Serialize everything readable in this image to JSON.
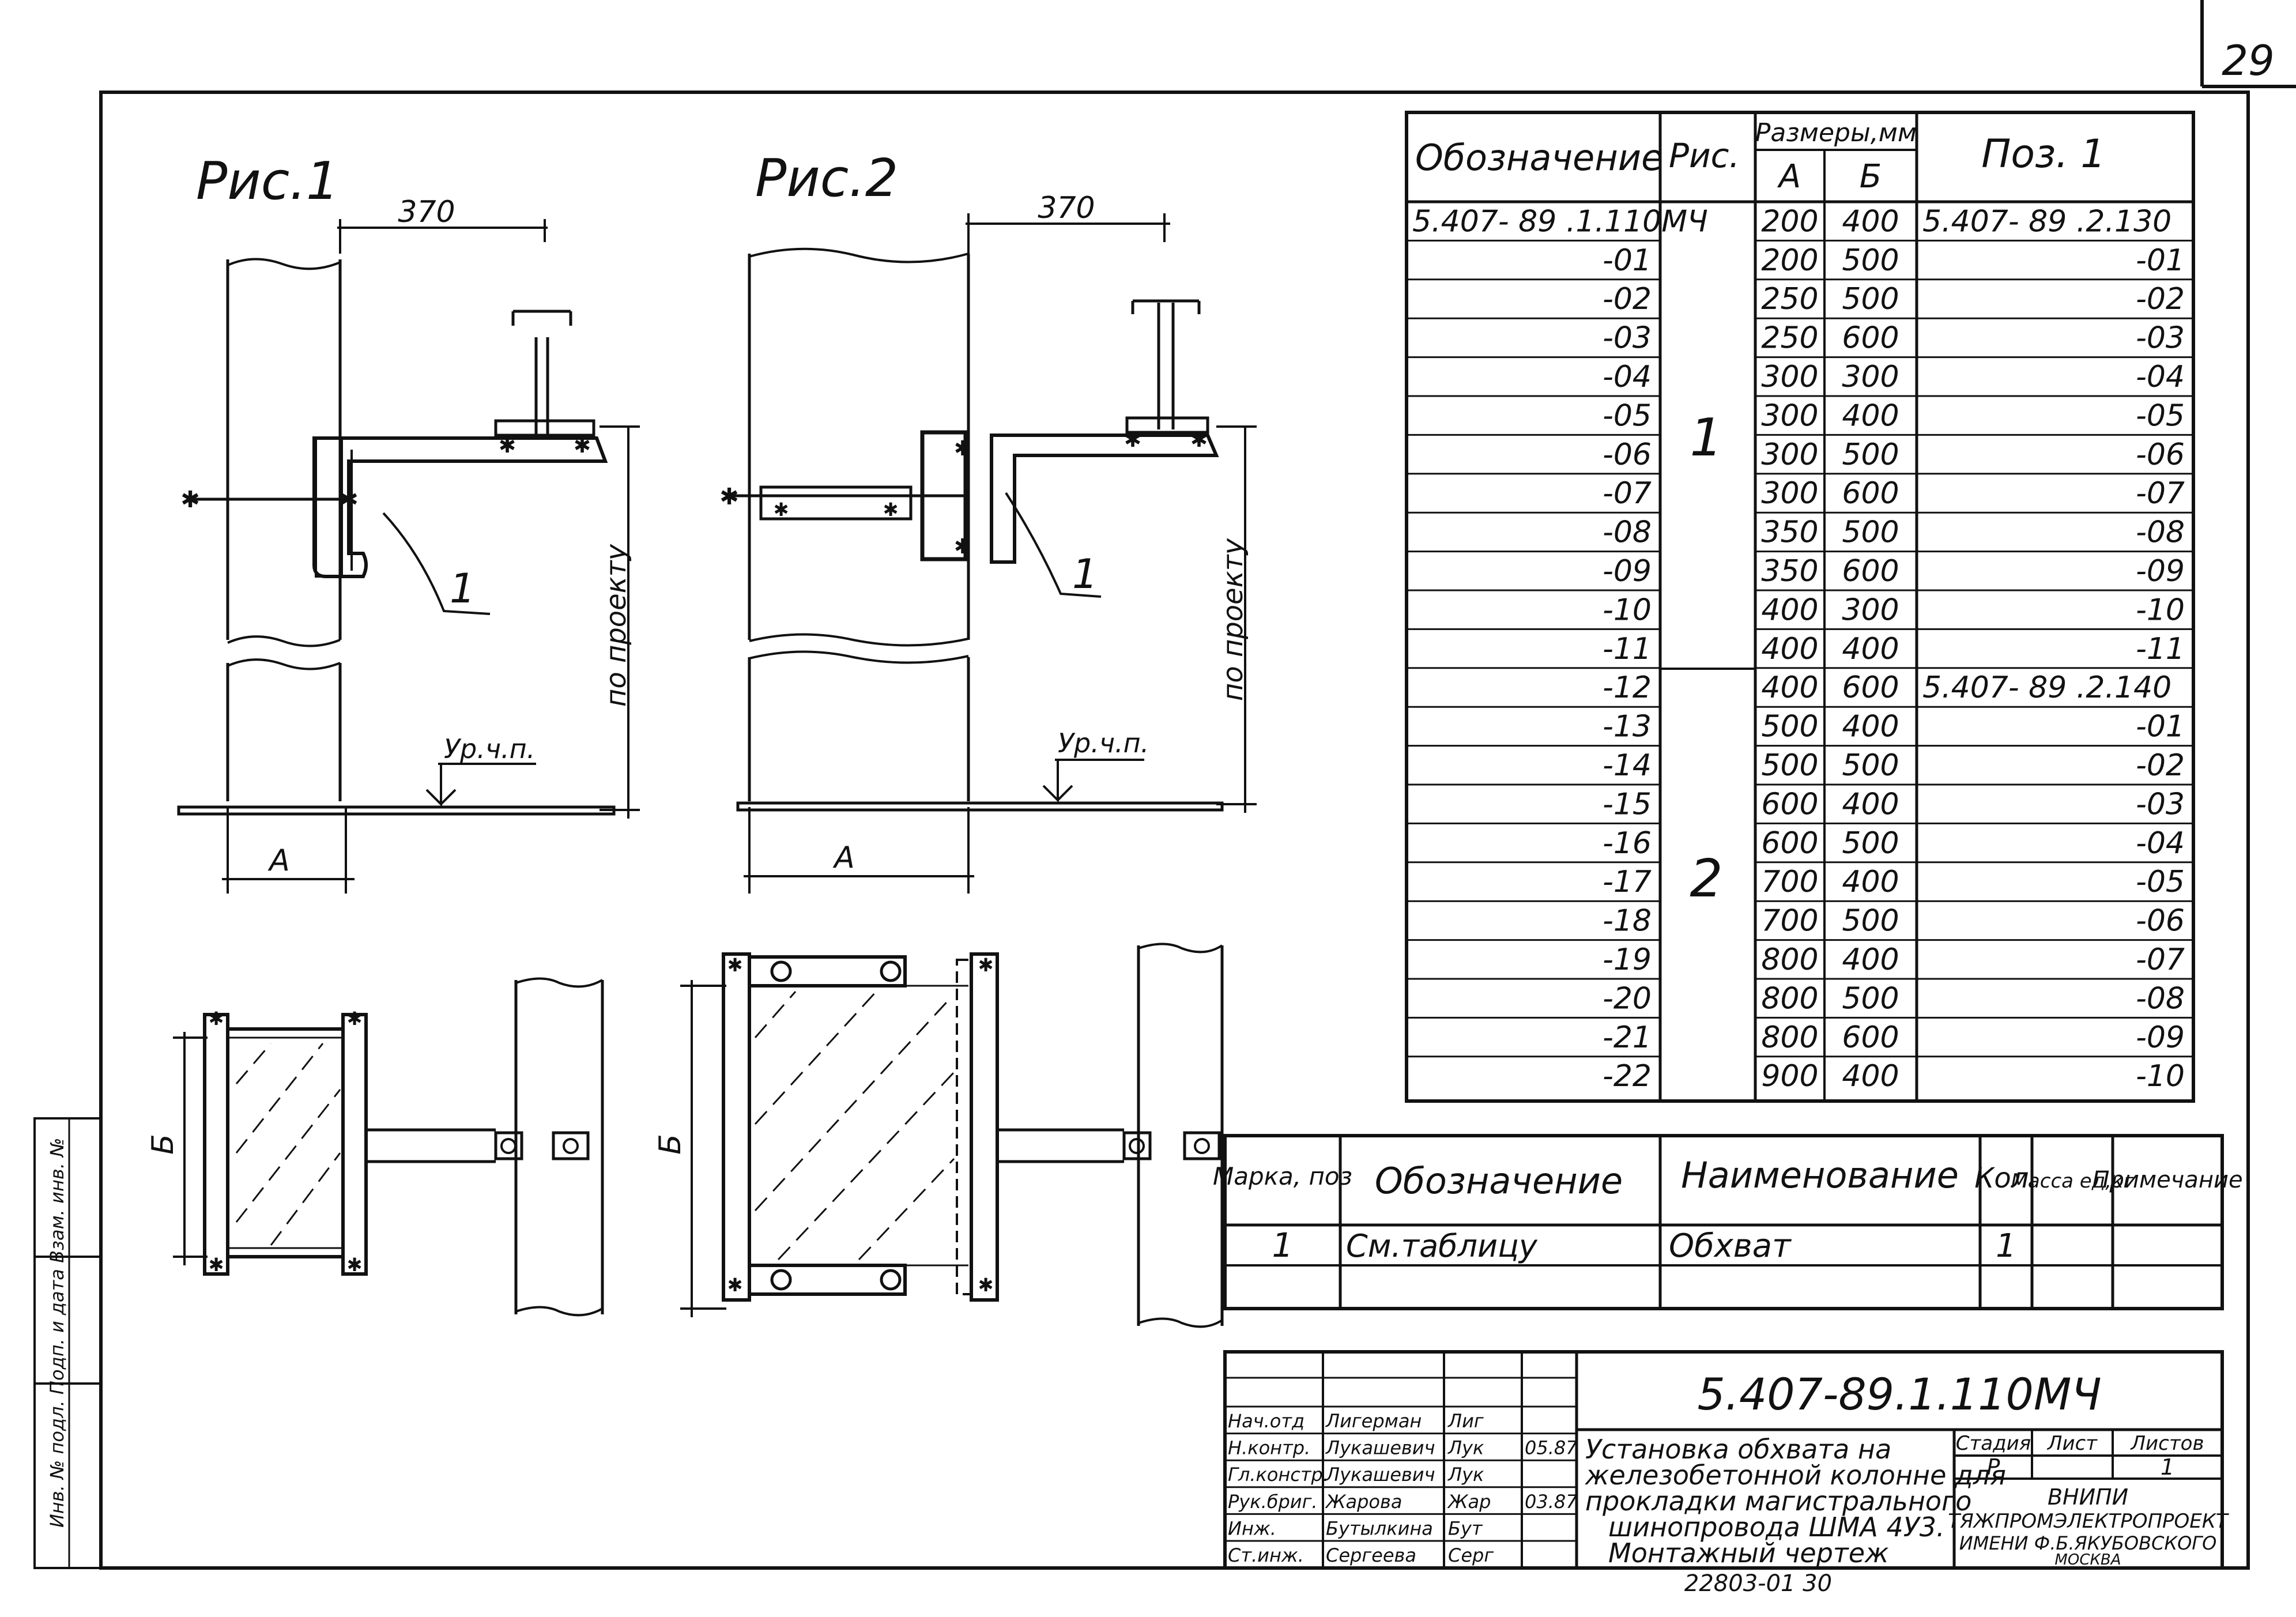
{
  "sheet_number": "29",
  "figures": {
    "fig1": {
      "title": "Рис.1",
      "dim_top": "370",
      "dim_bottom": "A",
      "dim_side": "по проекту",
      "level": "Ур.ч.п.",
      "pos": "1",
      "dim_plan": "Б"
    },
    "fig2": {
      "title": "Рис.2",
      "dim_top": "370",
      "dim_bottom": "A",
      "dim_side": "по проекту",
      "level": "Ур.ч.п.",
      "pos": "1",
      "dim_plan": "Б"
    }
  },
  "spec_table": {
    "h_designation": "Обозначение",
    "h_fig": "Рис.",
    "h_sizes": "Размеры,мм",
    "h_a": "А",
    "h_b": "Б",
    "h_pos": "Поз. 1",
    "fig_groups": [
      "1",
      "2"
    ],
    "rows": [
      {
        "d": "5.407- 89 .1.110МЧ",
        "a": "200",
        "b": "400",
        "p": "5.407- 89 .2.130"
      },
      {
        "d": "-01",
        "a": "200",
        "b": "500",
        "p": "-01"
      },
      {
        "d": "-02",
        "a": "250",
        "b": "500",
        "p": "-02"
      },
      {
        "d": "-03",
        "a": "250",
        "b": "600",
        "p": "-03"
      },
      {
        "d": "-04",
        "a": "300",
        "b": "300",
        "p": "-04"
      },
      {
        "d": "-05",
        "a": "300",
        "b": "400",
        "p": "-05"
      },
      {
        "d": "-06",
        "a": "300",
        "b": "500",
        "p": "-06"
      },
      {
        "d": "-07",
        "a": "300",
        "b": "600",
        "p": "-07"
      },
      {
        "d": "-08",
        "a": "350",
        "b": "500",
        "p": "-08"
      },
      {
        "d": "-09",
        "a": "350",
        "b": "600",
        "p": "-09"
      },
      {
        "d": "-10",
        "a": "400",
        "b": "300",
        "p": "-10"
      },
      {
        "d": "-11",
        "a": "400",
        "b": "400",
        "p": "-11"
      },
      {
        "d": "-12",
        "a": "400",
        "b": "600",
        "p": "5.407- 89 .2.140"
      },
      {
        "d": "-13",
        "a": "500",
        "b": "400",
        "p": "-01"
      },
      {
        "d": "-14",
        "a": "500",
        "b": "500",
        "p": "-02"
      },
      {
        "d": "-15",
        "a": "600",
        "b": "400",
        "p": "-03"
      },
      {
        "d": "-16",
        "a": "600",
        "b": "500",
        "p": "-04"
      },
      {
        "d": "-17",
        "a": "700",
        "b": "400",
        "p": "-05"
      },
      {
        "d": "-18",
        "a": "700",
        "b": "500",
        "p": "-06"
      },
      {
        "d": "-19",
        "a": "800",
        "b": "400",
        "p": "-07"
      },
      {
        "d": "-20",
        "a": "800",
        "b": "500",
        "p": "-08"
      },
      {
        "d": "-21",
        "a": "800",
        "b": "600",
        "p": "-09"
      },
      {
        "d": "-22",
        "a": "900",
        "b": "400",
        "p": "-10"
      }
    ]
  },
  "parts_list": {
    "h_mark": "Марка, поз",
    "h_designation": "Обозначение",
    "h_name": "Наименование",
    "h_qty": "Кол.",
    "h_mass": "Масса ед,кг",
    "h_note": "Примечание",
    "row": {
      "mark": "1",
      "designation": "См.таблицу",
      "name": "Обхват",
      "qty": "1",
      "mass": "",
      "note": ""
    }
  },
  "title_block": {
    "code": "5.407-89.1.110МЧ",
    "roles": [
      {
        "role": "Нач.отд",
        "name": "Лигерман",
        "sign": "Лиг",
        "date": ""
      },
      {
        "role": "Н.контр.",
        "name": "Лукашевич",
        "sign": "Лук",
        "date": "05.87"
      },
      {
        "role": "Гл.констр.",
        "name": "Лукашевич",
        "sign": "Лук",
        "date": ""
      },
      {
        "role": "Рук.бриг.",
        "name": "Жарова",
        "sign": "Жар",
        "date": "03.87"
      },
      {
        "role": "Инж.",
        "name": "Бутылкина",
        "sign": "Бут",
        "date": ""
      },
      {
        "role": "Ст.инж.",
        "name": "Сергеева",
        "sign": "Серг",
        "date": ""
      }
    ],
    "description": [
      "Установка обхвата на",
      "железобетонной колонне для",
      "прокладки магистрального",
      "шинопровода ШМА 4У3.",
      "Монтажный чертеж"
    ],
    "h_stage": "Стадия",
    "h_sheet": "Лист",
    "h_sheets": "Листов",
    "stage": "Р",
    "sheets": "1",
    "org": [
      "ВНИПИ",
      "ТЯЖПРОМЭЛЕКТРОПРОЕКТ",
      "ИМЕНИ Ф.Б.ЯКУБОВСКОГО",
      "МОСКВА"
    ],
    "inventory": "22803-01 30"
  },
  "side_stamp": "Инв. № подл. Подп. и дата Взам. инв. №"
}
